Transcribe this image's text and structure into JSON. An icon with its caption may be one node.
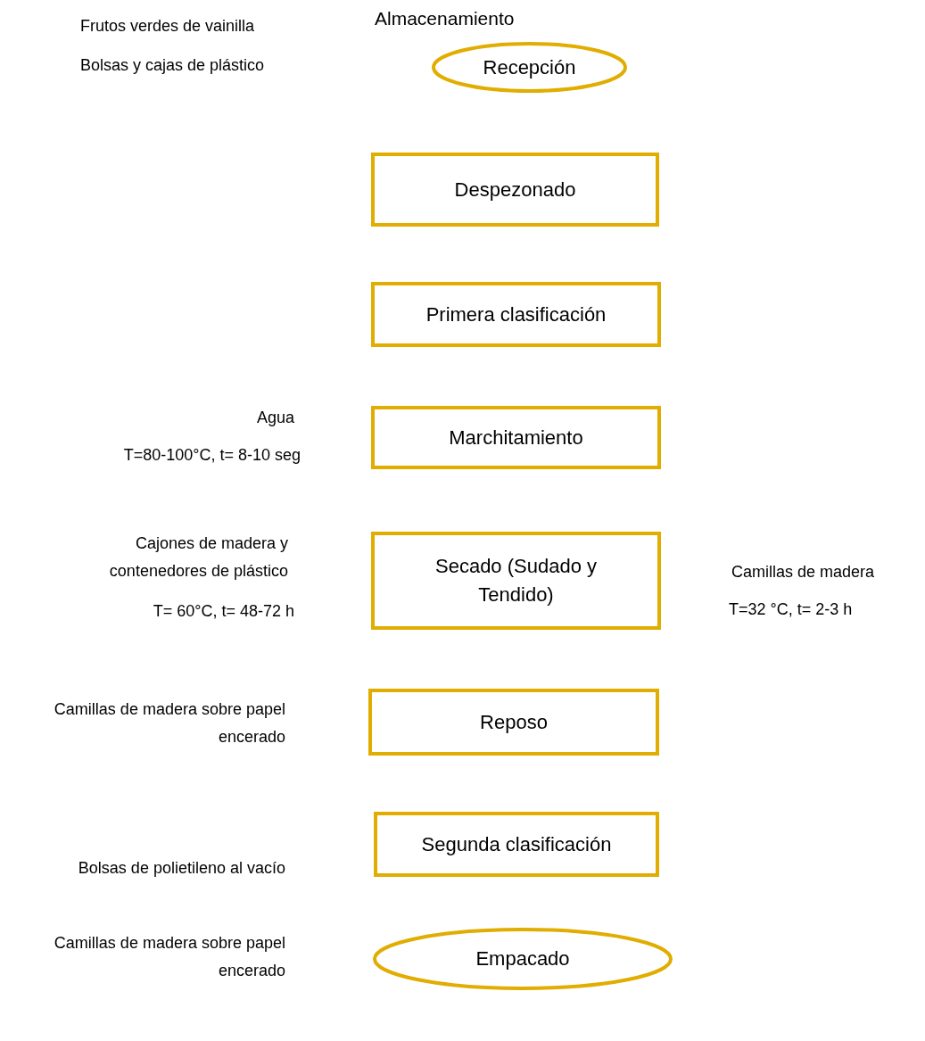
{
  "diagram": {
    "nodes": [
      {
        "text": [
          "Recepción"
        ]
      },
      {
        "text": [
          "Despezonado"
        ]
      },
      {
        "text": [
          "Primera clasificación"
        ]
      },
      {
        "text": [
          "Marchitamiento"
        ]
      },
      {
        "text": [
          "Secado (Sudado y Tendido)"
        ]
      },
      {
        "text": [
          "Reposo"
        ]
      },
      {
        "text": [
          "Segunda clasificación"
        ]
      },
      {
        "text": [
          "Empacado"
        ]
      }
    ],
    "labels": [
      "Almacenamiento",
      "Frutos verdes de vainilla",
      "Bolsas y cajas de plástico",
      "Agua",
      "T=80-100°C, t= 8-10 seg",
      "Cajones de madera y contenedores de plástico",
      "T= 60°C, t= 48-72 h",
      "Camillas de madera",
      "T=32 °C, t= 2-3 h",
      "Camillas de madera sobre papel encerado",
      "Bolsas de polietileno al vacío",
      "Camillas de madera sobre papel encerado"
    ]
  }
}
